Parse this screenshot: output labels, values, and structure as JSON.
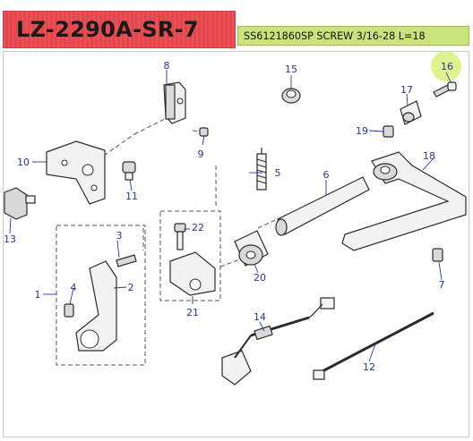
{
  "header": {
    "model_code": "LZ-2290A-SR-7",
    "part_spec": "SS6121860SP SCREW 3/16-28 L=18"
  },
  "colors": {
    "title_background": "#e8474e",
    "spec_background": "#c8e47a",
    "highlight": "#d8f07a",
    "label": "#2a3596"
  },
  "callouts": {
    "c1": "1",
    "c2": "2",
    "c3": "3",
    "c4": "4",
    "c5": "5",
    "c6": "6",
    "c7": "7",
    "c8": "8",
    "c9": "9",
    "c10": "10",
    "c11": "11",
    "c12": "12",
    "c13": "13",
    "c14": "14",
    "c15": "15",
    "c16": "16",
    "c17": "17",
    "c18": "18",
    "c19": "19",
    "c20": "20",
    "c21": "21",
    "c22": "22"
  },
  "highlighted_part": "16"
}
